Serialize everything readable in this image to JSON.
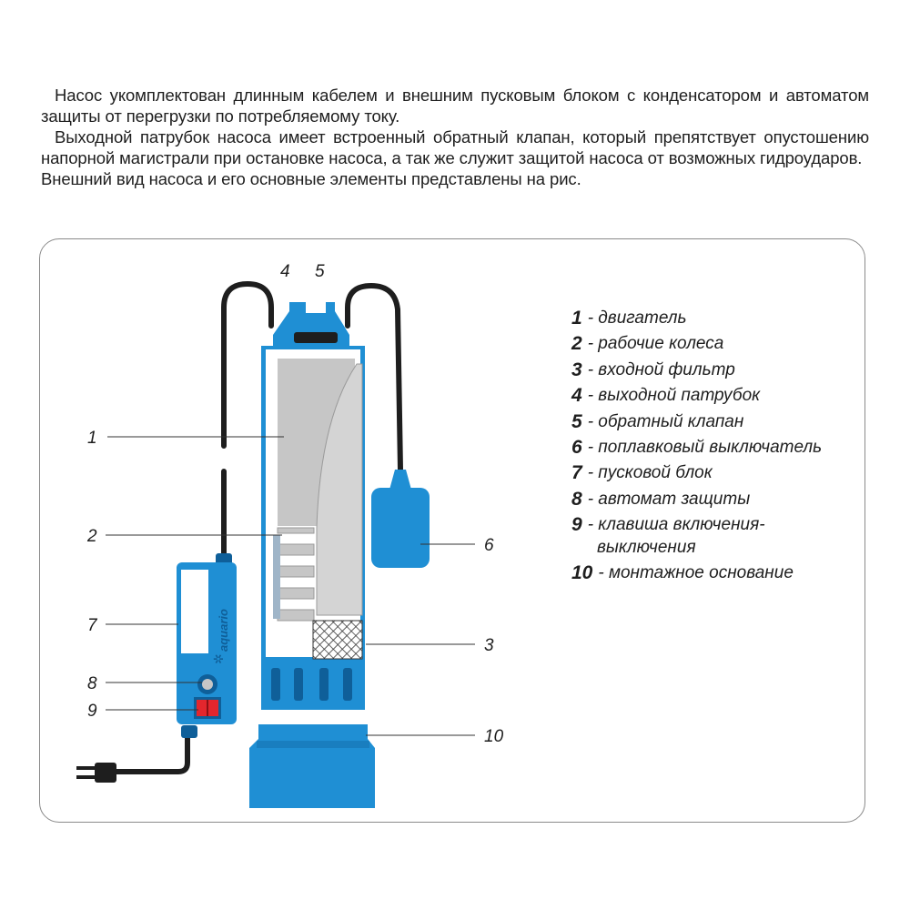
{
  "intro": {
    "p1": "Насос укомплектован длинным кабелем и внешним пусковым блоком с конденсатором и автоматом защиты от перегрузки по потребляемому току.",
    "p2": "Выходной патрубок насоса имеет встроенный обратный клапан, который препятствует опустошению напорной магистрали при остановке насоса, а так же служит защитой насоса от возможных гидроударов.",
    "p3": "Внешний вид насоса и его основные элементы представлены на рис."
  },
  "callouts": [
    "1",
    "2",
    "3",
    "4",
    "5",
    "6",
    "7",
    "8",
    "9",
    "10"
  ],
  "brand_label": "aquario",
  "legend": [
    {
      "num": "1",
      "text": "- двигатель"
    },
    {
      "num": "2",
      "text": "- рабочие колеса"
    },
    {
      "num": "3",
      "text": "- входной фильтр"
    },
    {
      "num": "4",
      "text": "- выходной патрубок"
    },
    {
      "num": "5",
      "text": "- обратный клапан"
    },
    {
      "num": "6",
      "text": "- поплавковый выключатель"
    },
    {
      "num": "7",
      "text": "- пусковой блок"
    },
    {
      "num": "8",
      "text": "- автомат защиты"
    },
    {
      "num": "9",
      "text": "- клавиша включения-",
      "cont": "выключения"
    },
    {
      "num": "10",
      "text": "- монтажное основание"
    }
  ],
  "colors": {
    "pump_blue": "#1f8fd4",
    "dark_blue": "#0f5f99",
    "motor_grey": "#c6c6c6",
    "switch_red": "#e3262d",
    "cable": "#1e1e1e"
  }
}
